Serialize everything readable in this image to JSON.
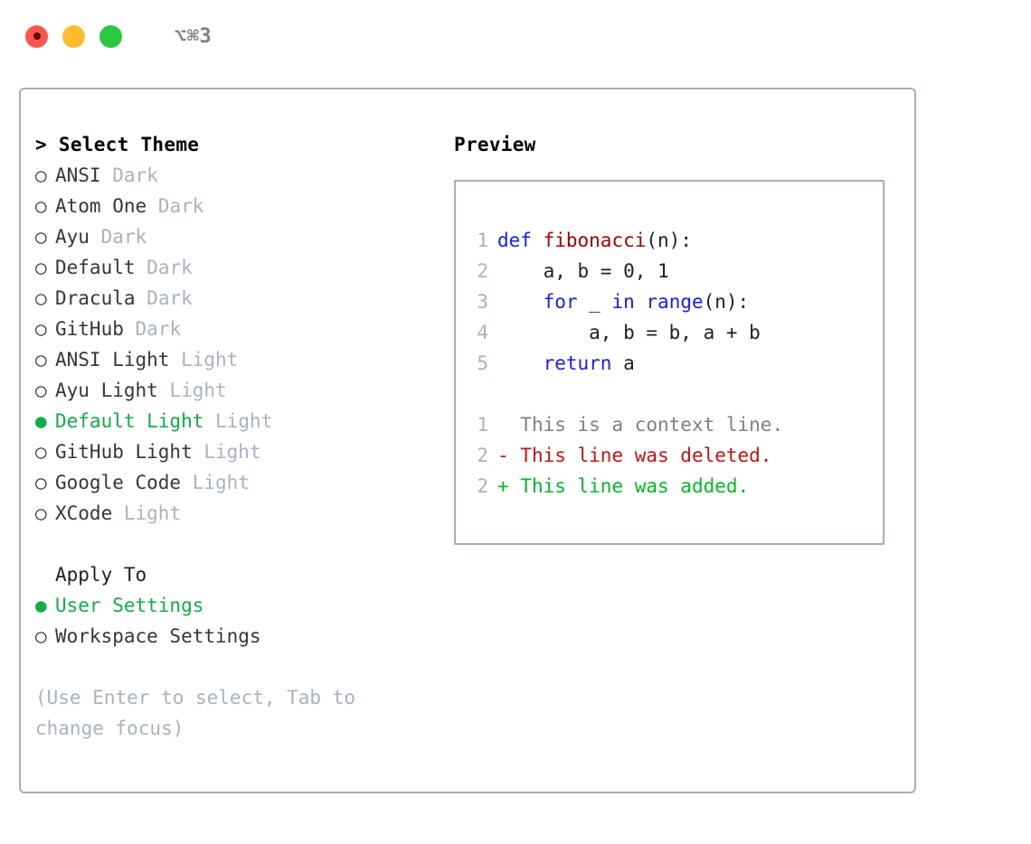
{
  "titlebar": {
    "traffic_lights": [
      {
        "name": "close-button",
        "color": "#f9564f"
      },
      {
        "name": "minimize-button",
        "color": "#fdbc2c"
      },
      {
        "name": "zoom-button",
        "color": "#28c840"
      }
    ],
    "shortcut": "⌥⌘3"
  },
  "theme_panel": {
    "heading": "> Select Theme",
    "items": [
      {
        "bullet": "○",
        "name": "ANSI",
        "category": "Dark",
        "selected": false
      },
      {
        "bullet": "○",
        "name": "Atom One",
        "category": "Dark",
        "selected": false
      },
      {
        "bullet": "○",
        "name": "Ayu",
        "category": "Dark",
        "selected": false
      },
      {
        "bullet": "○",
        "name": "Default",
        "category": "Dark",
        "selected": false
      },
      {
        "bullet": "○",
        "name": "Dracula",
        "category": "Dark",
        "selected": false
      },
      {
        "bullet": "○",
        "name": "GitHub",
        "category": "Dark",
        "selected": false
      },
      {
        "bullet": "○",
        "name": "ANSI Light",
        "category": "Light",
        "selected": false
      },
      {
        "bullet": "○",
        "name": "Ayu Light",
        "category": "Light",
        "selected": false
      },
      {
        "bullet": "●",
        "name": "Default Light",
        "category": "Light",
        "selected": true
      },
      {
        "bullet": "○",
        "name": "GitHub Light",
        "category": "Light",
        "selected": false
      },
      {
        "bullet": "○",
        "name": "Google Code",
        "category": "Light",
        "selected": false
      },
      {
        "bullet": "○",
        "name": "XCode",
        "category": "Light",
        "selected": false
      }
    ]
  },
  "apply_to": {
    "heading": "Apply To",
    "options": [
      {
        "bullet": "●",
        "label": "User Settings",
        "selected": true
      },
      {
        "bullet": "○",
        "label": "Workspace Settings",
        "selected": false
      }
    ]
  },
  "hint": "(Use Enter to select, Tab to change focus)",
  "preview": {
    "title": "Preview",
    "code_lines": [
      {
        "num": "1",
        "tokens": [
          {
            "t": "def",
            "c": "kw"
          },
          {
            "t": " ",
            "c": "plain"
          },
          {
            "t": "fibonacci",
            "c": "fn"
          },
          {
            "t": "(n):",
            "c": "plain"
          }
        ]
      },
      {
        "num": "2",
        "tokens": [
          {
            "t": "    a, b = 0, 1",
            "c": "plain"
          }
        ]
      },
      {
        "num": "3",
        "tokens": [
          {
            "t": "    ",
            "c": "plain"
          },
          {
            "t": "for",
            "c": "kw"
          },
          {
            "t": " _ ",
            "c": "plain"
          },
          {
            "t": "in",
            "c": "kw"
          },
          {
            "t": " ",
            "c": "plain"
          },
          {
            "t": "range",
            "c": "kw"
          },
          {
            "t": "(n):",
            "c": "plain"
          }
        ]
      },
      {
        "num": "4",
        "tokens": [
          {
            "t": "        a, b = b, a + b",
            "c": "plain"
          }
        ]
      },
      {
        "num": "5",
        "tokens": [
          {
            "t": "    ",
            "c": "plain"
          },
          {
            "t": "return",
            "c": "kw"
          },
          {
            "t": " a",
            "c": "plain"
          }
        ]
      }
    ],
    "diff_lines": [
      {
        "num": "1",
        "marker": "  ",
        "text": "This is a context line.",
        "kind": "diff-ctx"
      },
      {
        "num": "2",
        "marker": "- ",
        "text": "This line was deleted.",
        "kind": "diff-del"
      },
      {
        "num": "2",
        "marker": "+ ",
        "text": "This line was added.",
        "kind": "diff-add"
      }
    ]
  },
  "colors": {
    "accent_green": "#0fae48",
    "border": "#a4aebd",
    "muted": "#a8b2c0",
    "keyword_blue": "#1a1aff",
    "function_red": "#aa0000",
    "diff_delete": "#cc1111",
    "diff_add": "#00bb22"
  }
}
